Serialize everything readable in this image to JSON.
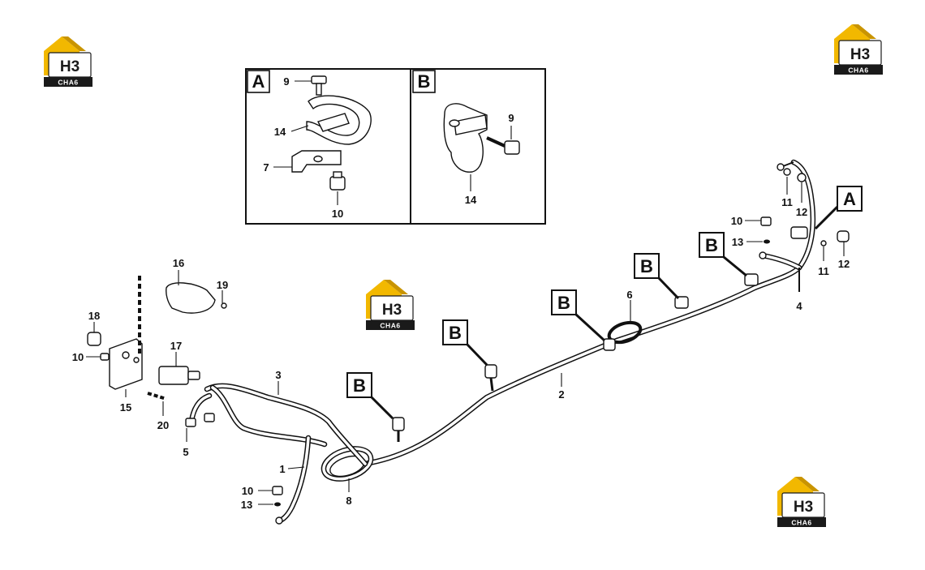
{
  "colors": {
    "logo_yellow": "#f2b800",
    "logo_dark": "#1a1a1a",
    "line": "#111111"
  },
  "logo": {
    "mark": "H3",
    "sub": "CHA6",
    "icon": "house-logo-icon"
  },
  "detail_boxes": [
    {
      "id": "A",
      "label": "A",
      "callouts": [
        "9",
        "14",
        "7",
        "10"
      ]
    },
    {
      "id": "B",
      "label": "B",
      "callouts": [
        "9",
        "14"
      ]
    }
  ],
  "view_markers": [
    "B",
    "B",
    "B",
    "B",
    "B",
    "A"
  ],
  "callouts": {
    "c1": "1",
    "c2": "2",
    "c3": "3",
    "c4": "4",
    "c5": "5",
    "c6": "6",
    "c8": "8",
    "c10a": "10",
    "c10b": "10",
    "c10c": "10",
    "c11a": "11",
    "c11b": "11",
    "c12a": "12",
    "c12b": "12",
    "c13a": "13",
    "c13b": "13",
    "c15": "15",
    "c16": "16",
    "c17": "17",
    "c18": "18",
    "c19": "19",
    "c20": "20"
  }
}
